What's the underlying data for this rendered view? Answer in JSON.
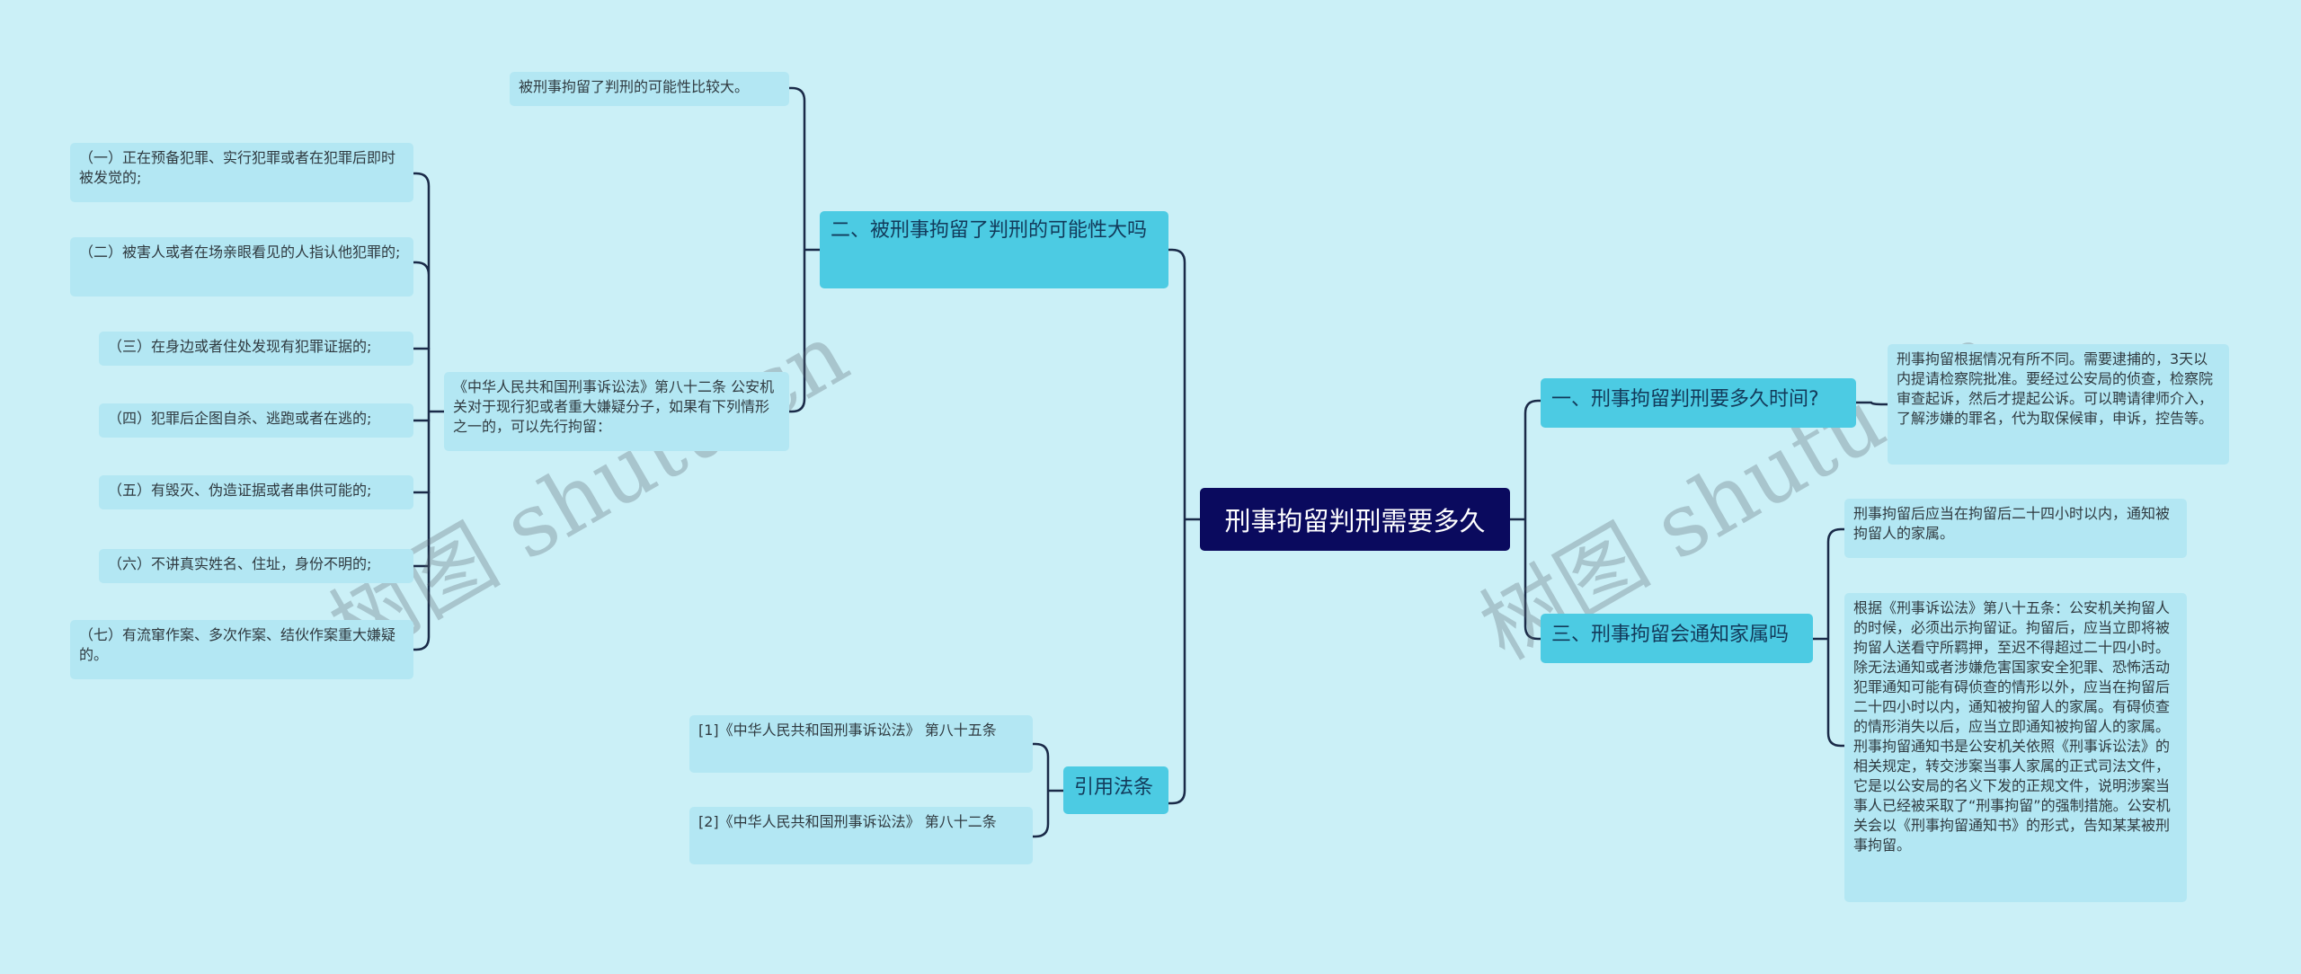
{
  "root": {
    "title": "刑事拘留判刑需要多久"
  },
  "watermark": {
    "text": "树图 shutu.cn"
  },
  "left": {
    "branch_possibility": {
      "label": "二、被刑事拘留了判刑的可能性大吗",
      "leaf_summary": "被刑事拘留了判刑的可能性比较大。",
      "leaf_article": "《中华人民共和国刑事诉讼法》第八十二条 公安机关对于现行犯或者重大嫌疑分子，如果有下列情形之一的，可以先行拘留：",
      "items": [
        "（一）正在预备犯罪、实行犯罪或者在犯罪后即时被发觉的;",
        "（二）被害人或者在场亲眼看见的人指认他犯罪的;",
        "（三）在身边或者住处发现有犯罪证据的;",
        "（四）犯罪后企图自杀、逃跑或者在逃的;",
        "（五）有毁灭、伪造证据或者串供可能的;",
        "（六）不讲真实姓名、住址，身份不明的;",
        "（七）有流窜作案、多次作案、结伙作案重大嫌疑的。"
      ]
    },
    "branch_refs": {
      "label": "引用法条",
      "items": [
        "[1]《中华人民共和国刑事诉讼法》 第八十五条",
        "[2]《中华人民共和国刑事诉讼法》 第八十二条"
      ]
    }
  },
  "right": {
    "branch_duration": {
      "label": "一、刑事拘留判刑要多久时间?",
      "leaf": "刑事拘留根据情况有所不同。需要逮捕的，3天以内提请检察院批准。要经过公安局的侦查，检察院审查起诉，然后才提起公诉。可以聘请律师介入，了解涉嫌的罪名，代为取保候审，申诉，控告等。"
    },
    "branch_family": {
      "label": "三、刑事拘留会通知家属吗",
      "leaf_notice": "刑事拘留后应当在拘留后二十四小时以内，通知被拘留人的家属。",
      "leaf_law": "根据《刑事诉讼法》第八十五条：公安机关拘留人的时候，必须出示拘留证。拘留后，应当立即将被拘留人送看守所羁押，至迟不得超过二十四小时。除无法通知或者涉嫌危害国家安全犯罪、恐怖活动犯罪通知可能有碍侦查的情形以外，应当在拘留后二十四小时以内，通知被拘留人的家属。有碍侦查的情形消失以后，应当立即通知被拘留人的家属。刑事拘留通知书是公安机关依照《刑事诉讼法》的相关规定，转交涉案当事人家属的正式司法文件，它是以公安局的名义下发的正规文件，说明涉案当事人已经被采取了“刑事拘留”的强制措施。公安机关会以《刑事拘留通知书》的形式，告知某某被刑事拘留。"
    }
  },
  "colors": {
    "background": "#cbf0f7",
    "root": "#0a0a5e",
    "branch": "#4ccbe3",
    "leaf": "#b3e7f3",
    "line": "#1a2a48"
  }
}
